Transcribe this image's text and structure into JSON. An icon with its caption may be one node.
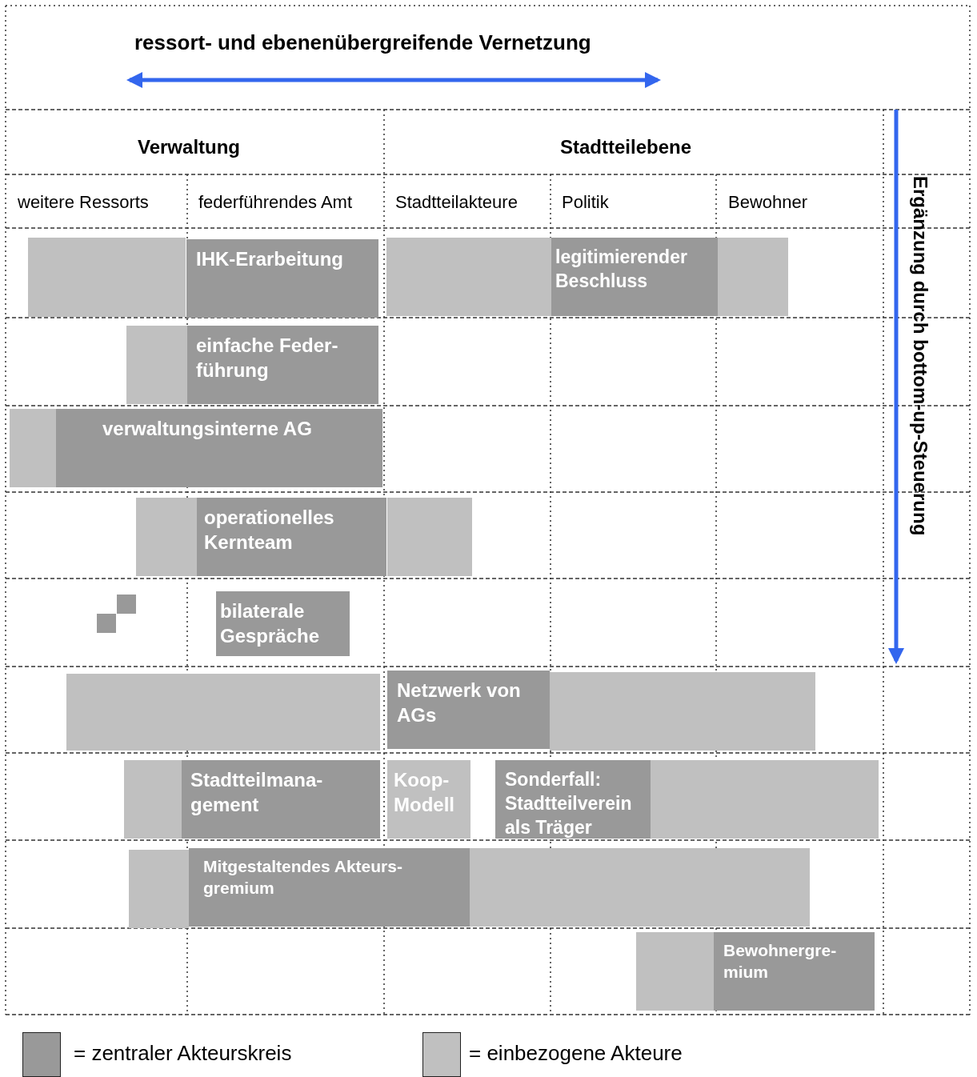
{
  "diagram": {
    "nodes": [
      {
        "text": [],
        "shape": "box"
      },
      {
        "text": [
          "IHK-Erarbeitung"
        ]
      },
      {
        "text": [],
        "shape": "box"
      },
      {
        "text": [
          "legitimierender Beschluss"
        ]
      },
      {
        "text": [],
        "shape": "box"
      },
      {
        "text": [],
        "shape": "box"
      },
      {
        "text": [
          "einfache Feder- führung"
        ]
      },
      {
        "text": [],
        "shape": "box"
      },
      {
        "text": [
          "verwaltungsinterne AG"
        ]
      },
      {
        "text": [],
        "shape": "box"
      },
      {
        "text": [
          "operationelles Kernteam"
        ]
      },
      {
        "text": [],
        "shape": "box"
      },
      {
        "text": [
          "bilaterale Gespräche"
        ]
      },
      {
        "text": [],
        "shape": "box"
      },
      {
        "text": [
          "Netzwerk von AGs"
        ]
      },
      {
        "text": [],
        "shape": "box"
      },
      {
        "text": [],
        "shape": "box"
      },
      {
        "text": [
          "Stadtteilmana- gement"
        ]
      },
      {
        "text": [
          "Koop- Modell"
        ]
      },
      {
        "text": [
          "Sonderfall: Stadtteilverein als Träger"
        ]
      },
      {
        "text": [],
        "shape": "box"
      },
      {
        "text": [],
        "shape": "box"
      },
      {
        "text": [
          "Mitgestaltendes Akteurs- gremium"
        ]
      },
      {
        "text": [],
        "shape": "box"
      },
      {
        "text": [],
        "shape": "box"
      },
      {
        "text": [
          "Bewohnergre- mium"
        ]
      }
    ],
    "edges": [],
    "labels": [
      "ressort- und ebenenübergreifende Vernetzung",
      "Verwaltung",
      "Stadtteilebene",
      "weitere Ressorts",
      "federführendes Amt",
      "Stadtteilakteure",
      "Politik",
      "Bewohner",
      "Ergänzung durch bottom-up-Steuerung"
    ],
    "legend": [
      {
        "text": "= zentraler Akteurskreis",
        "color": "#999999"
      },
      {
        "text": "= einbezogene Akteure",
        "color": "#c0c0c0"
      }
    ]
  }
}
